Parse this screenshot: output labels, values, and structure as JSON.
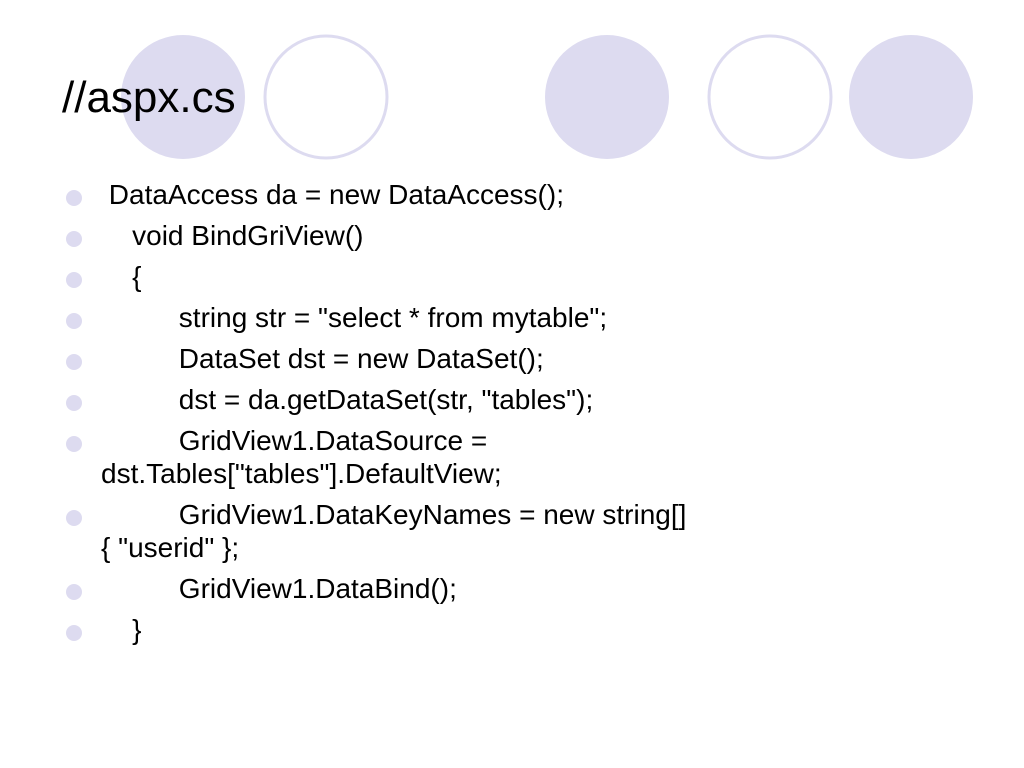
{
  "slide": {
    "title": "//aspx.cs",
    "bullet_color": "#dddbf0",
    "circle_fill_color": "#dddbf0",
    "circle_stroke_color": "#dddbf0",
    "lines": [
      " DataAccess da = new DataAccess();",
      "    void BindGriView()",
      "    {",
      "          string str = \"select * from mytable\";",
      "          DataSet dst = new DataSet();",
      "          dst = da.getDataSet(str, \"tables\");",
      "          GridView1.DataSource =\ndst.Tables[\"tables\"].DefaultView;",
      "          GridView1.DataKeyNames = new string[]\n{ \"userid\" };",
      "          GridView1.DataBind();",
      "    }"
    ]
  }
}
